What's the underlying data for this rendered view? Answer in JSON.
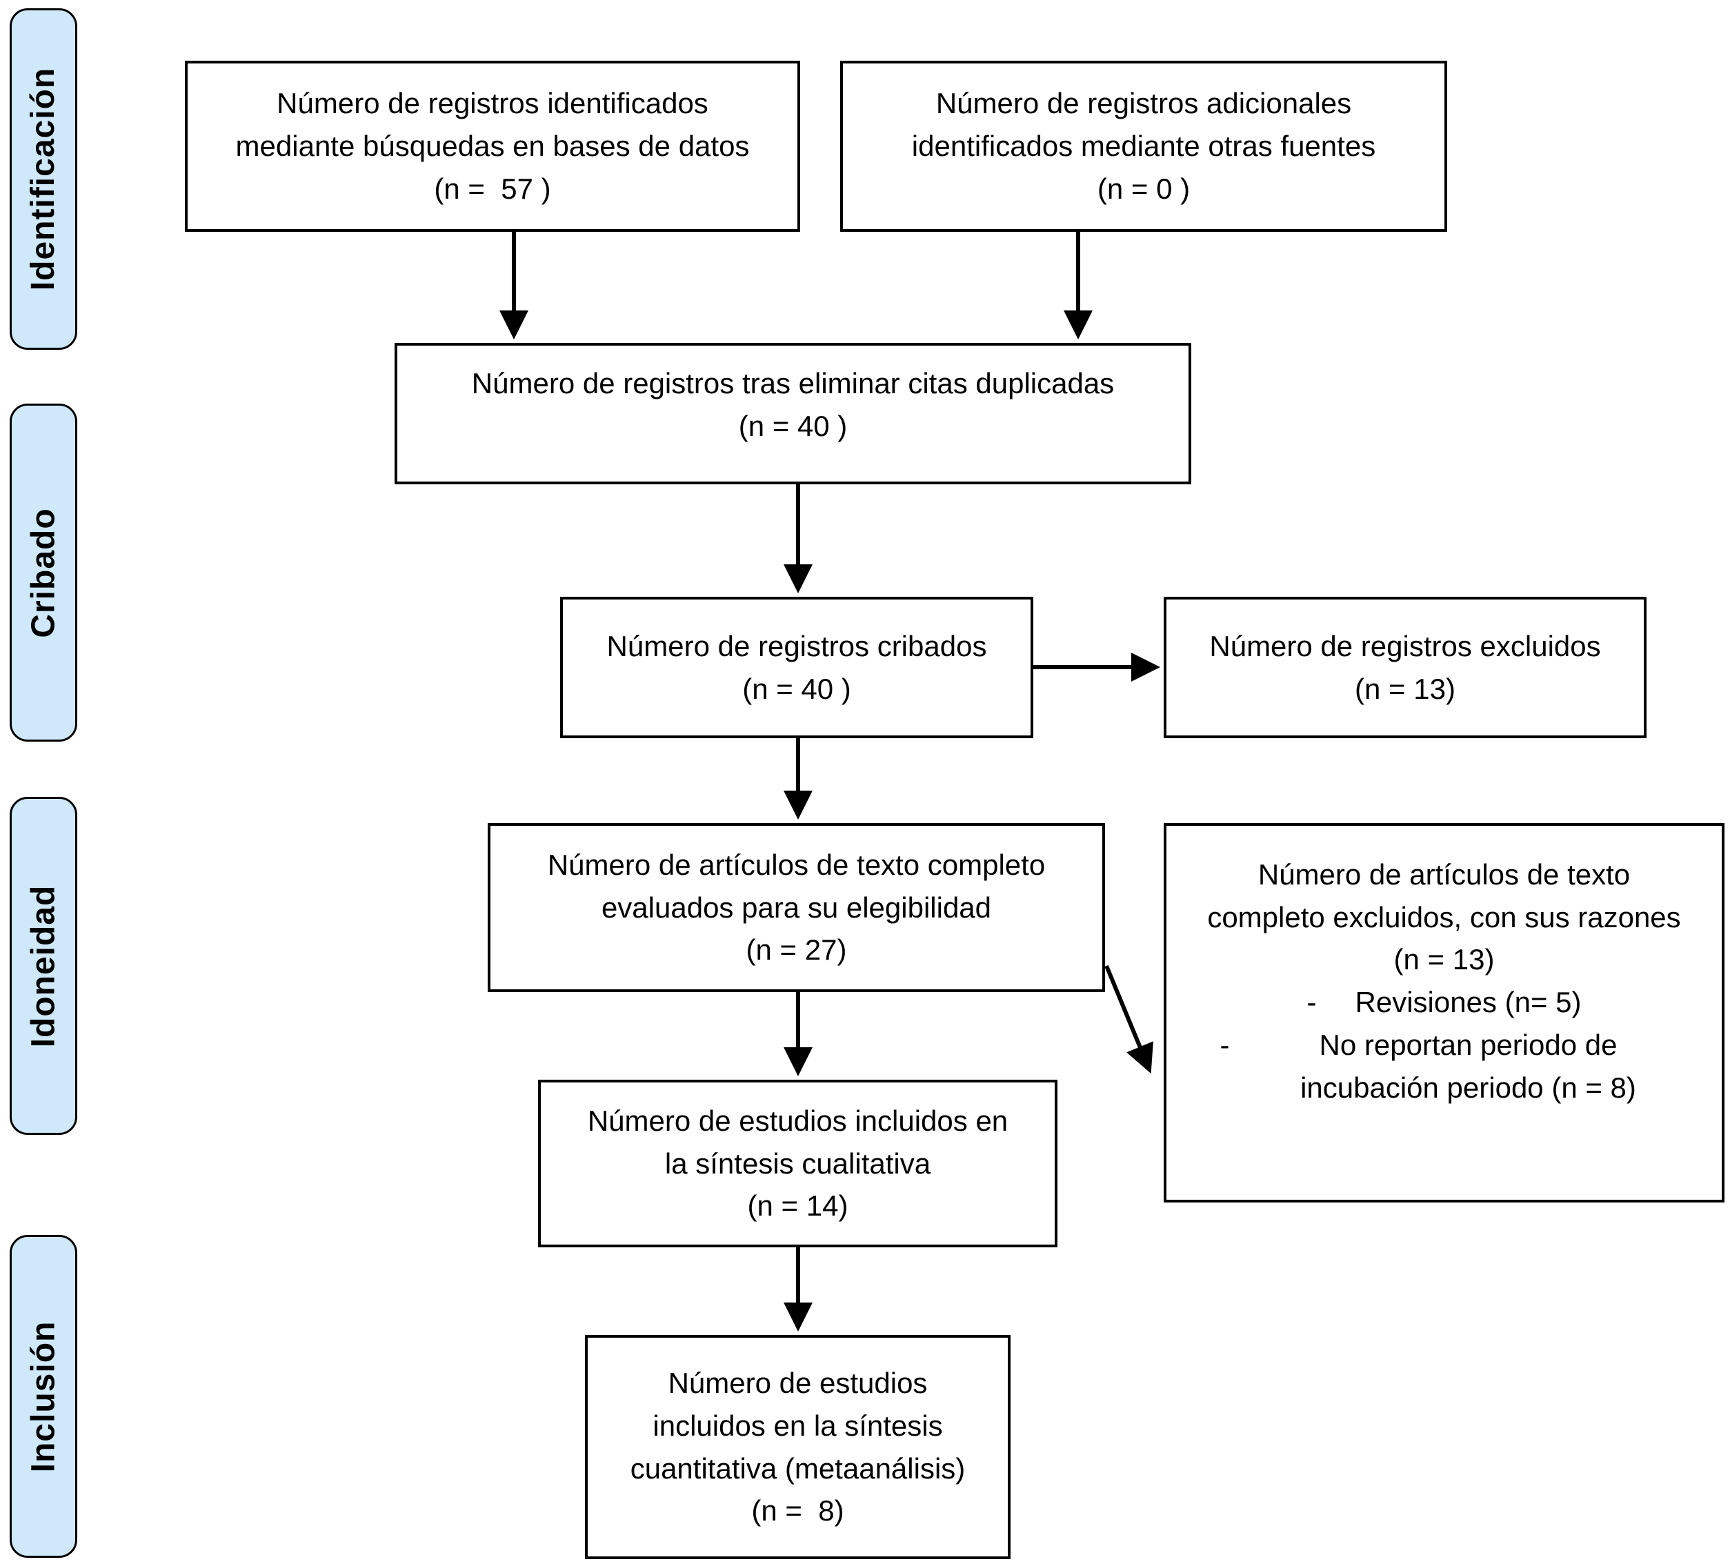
{
  "sidebar": {
    "items": [
      {
        "label": "Identificación"
      },
      {
        "label": "Cribado"
      },
      {
        "label": "Idoneidad"
      },
      {
        "label": "Inclusión"
      }
    ]
  },
  "boxes": {
    "identified_db": {
      "lines": [
        "Número de registros identificados",
        "mediante búsquedas en bases de datos",
        "(n =  57 )"
      ]
    },
    "identified_other": {
      "lines": [
        "Número de registros adicionales",
        "identificados mediante otras fuentes",
        "(n = 0 )"
      ]
    },
    "deduplicated": {
      "lines": [
        "Número de registros tras eliminar citas duplicadas",
        "(n = 40 )"
      ]
    },
    "screened": {
      "lines": [
        "Número de registros cribados",
        "(n = 40 )"
      ]
    },
    "records_excluded": {
      "lines": [
        "Número de registros excluidos",
        "(n = 13)"
      ]
    },
    "fulltext_assessed": {
      "lines": [
        "Número de artículos de texto completo",
        "evaluados para su elegibilidad",
        "(n = 27)"
      ]
    },
    "fulltext_excluded": {
      "lines": [
        "Número de artículos de texto",
        "completo excluidos, con sus razones",
        "(n = 13)"
      ],
      "bullets": [
        {
          "dash": "-",
          "text": "Revisiones (n= 5)"
        },
        {
          "dash": "-",
          "text": "No reportan periodo de incubación periodo (n = 8)"
        }
      ]
    },
    "qualitative_synthesis": {
      "lines": [
        "Número de estudios incluidos en",
        "la síntesis cualitativa",
        "(n = 14)"
      ]
    },
    "quantitative_synthesis": {
      "lines": [
        "Número de estudios",
        "incluidos en la síntesis",
        "cuantitativa (metaanálisis)",
        "(n =  8)"
      ]
    }
  },
  "colors": {
    "stage_fill": "#CFE9FA",
    "box_fill": "#FFFFFF",
    "border": "#000000"
  }
}
